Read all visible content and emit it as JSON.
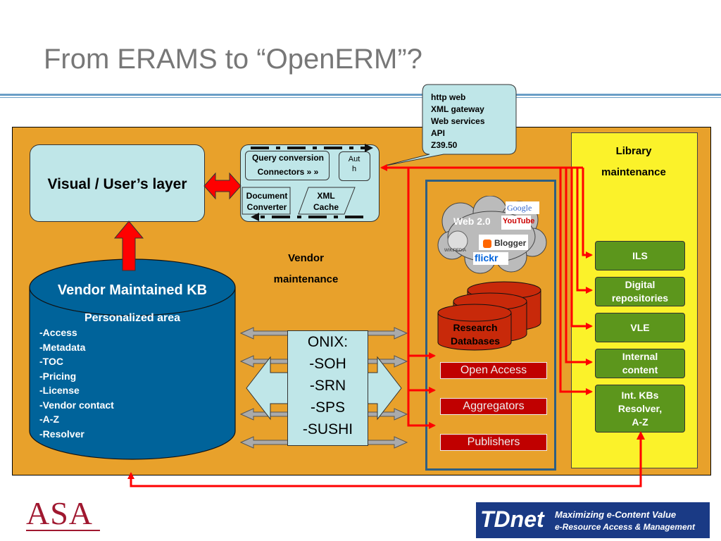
{
  "title": "From ERAMS to “OpenERM”?",
  "callout": {
    "lines": [
      "http web",
      "XML gateway",
      "Web services",
      "API",
      "Z39.50"
    ]
  },
  "visual_layer": "Visual / User’s layer",
  "query_box": {
    "query_conversion": "Query conversion",
    "connectors": "Connectors » »",
    "auth": "Aut\nh",
    "document_converter": "Document\nConverter",
    "xml_cache": "XML\nCache"
  },
  "vendor_maintenance": "Vendor\nmaintenance",
  "library_maintenance": "Library\nmaintenance",
  "kb": {
    "title": "Vendor Maintained KB",
    "subtitle": "Personalized area",
    "items": [
      "Access",
      "Metadata",
      "TOC",
      "Pricing",
      "License",
      "Vendor contact",
      "A-Z",
      "Resolver"
    ]
  },
  "onix": {
    "lines": [
      "ONIX:",
      "SOH",
      "SRN",
      "SPS",
      "SUSHI"
    ]
  },
  "web20": {
    "label": "Web 2.0",
    "logos": [
      "Google",
      "YouTube",
      "WIKIPEDIA",
      "Blogger",
      "flickr"
    ]
  },
  "research_databases": "Research\nDatabases",
  "resources": [
    "Open Access",
    "Aggregators",
    "Publishers"
  ],
  "library_systems": [
    "ILS",
    "Digital\nrepositories",
    "VLE",
    "Internal\ncontent",
    "Int. KBs\nResolver,\nA-Z"
  ],
  "footer": {
    "asa": "ASA",
    "tdnet_logo": "TDnet",
    "tdnet_tag1": "Maximizing e-Content Value",
    "tdnet_tag2": "e-Resource Access & Management"
  },
  "colors": {
    "orange_panel": "#e8a12b",
    "yellow_panel": "#fbf22a",
    "light_box": "#bfe6e8",
    "green_box": "#5c961c",
    "kb_blue": "#00639a",
    "arrow_red": "#ff0000",
    "resource_red": "#c00000"
  }
}
